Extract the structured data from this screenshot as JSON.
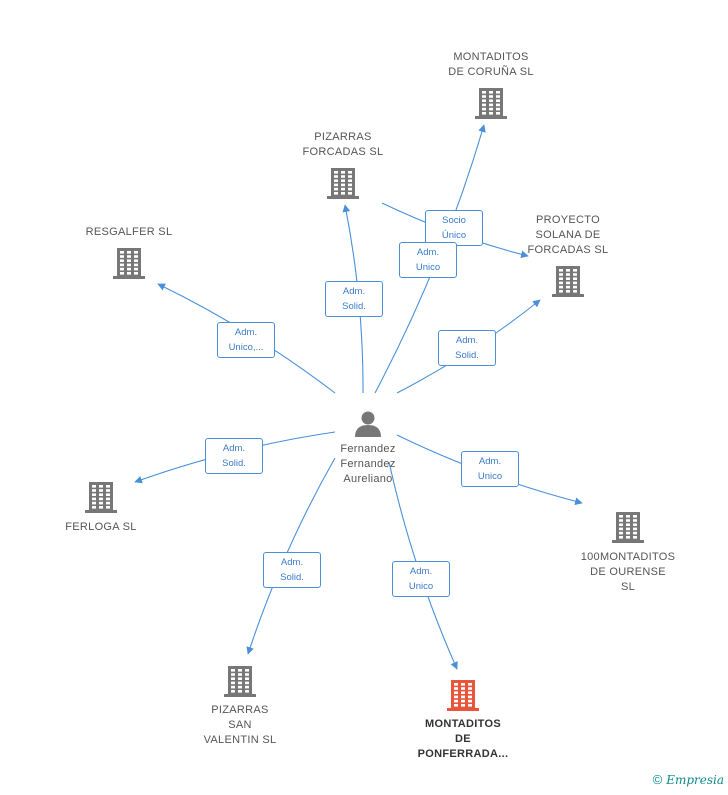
{
  "center": {
    "name_lines": [
      "Fernandez",
      "Fernandez",
      "Aureliano"
    ],
    "icon": "person-icon"
  },
  "companies": [
    {
      "id": "montaditos-coruna",
      "lines": [
        "MONTADITOS",
        "DE CORUÑA SL"
      ],
      "icon": "building-icon",
      "highlight": false
    },
    {
      "id": "pizarras-forcadas",
      "lines": [
        "PIZARRAS",
        "FORCADAS SL"
      ],
      "icon": "building-icon",
      "highlight": false
    },
    {
      "id": "proyecto-solana",
      "lines": [
        "PROYECTO",
        "SOLANA DE",
        "FORCADAS SL"
      ],
      "icon": "building-icon",
      "highlight": false
    },
    {
      "id": "resgalfer",
      "lines": [
        "RESGALFER SL"
      ],
      "icon": "building-icon",
      "highlight": false
    },
    {
      "id": "ferloga",
      "lines": [
        "FERLOGA SL"
      ],
      "icon": "building-icon",
      "highlight": false
    },
    {
      "id": "100montaditos-ourense",
      "lines": [
        "100MONTADITOS",
        "DE OURENSE",
        "SL"
      ],
      "icon": "building-icon",
      "highlight": false
    },
    {
      "id": "pizarras-san-valentin",
      "lines": [
        "PIZARRAS",
        "SAN",
        "VALENTIN SL"
      ],
      "icon": "building-icon",
      "highlight": false
    },
    {
      "id": "montaditos-ponferrada",
      "lines": [
        "MONTADITOS",
        "DE",
        "PONFERRADA..."
      ],
      "icon": "building-icon",
      "highlight": true
    }
  ],
  "relations": [
    {
      "label_lines": [
        "Socio",
        "Único"
      ]
    },
    {
      "label_lines": [
        "Adm.",
        "Unico"
      ]
    },
    {
      "label_lines": [
        "Adm.",
        "Solid."
      ]
    },
    {
      "label_lines": [
        "Adm.",
        "Unico,..."
      ]
    },
    {
      "label_lines": [
        "Adm.",
        "Solid."
      ]
    },
    {
      "label_lines": [
        "Adm.",
        "Solid."
      ]
    },
    {
      "label_lines": [
        "Adm.",
        "Unico"
      ]
    },
    {
      "label_lines": [
        "Adm.",
        "Solid."
      ]
    },
    {
      "label_lines": [
        "Adm.",
        "Unico"
      ]
    }
  ],
  "colors": {
    "edge": "#4a90d9",
    "node_icon": "#777777",
    "highlight_icon": "#e8553a",
    "person_icon": "#777777"
  },
  "footer": {
    "copyright": "©",
    "brand": "Empresia"
  }
}
